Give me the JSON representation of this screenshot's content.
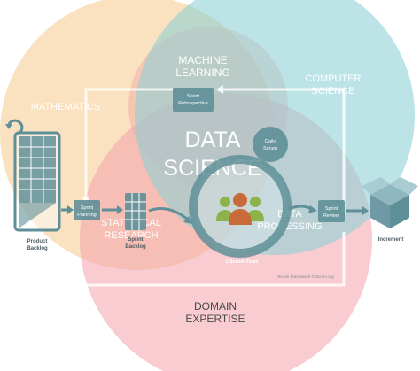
{
  "venn": {
    "mathematics": "MATHEMATICS",
    "machine_learning_1": "MACHINE",
    "machine_learning_2": "LEARNING",
    "computer_science_1": "COMPUTER",
    "computer_science_2": "SCIENCE",
    "center_1": "DATA",
    "center_2": "SCIENCE",
    "statistical_1": "STATISTICAL",
    "statistical_2": "RESEARCH",
    "data_processing_1": "DATA",
    "data_processing_2": "PROCESSING",
    "domain_1": "DOMAIN",
    "domain_2": "EXPERTISE"
  },
  "scrum": {
    "sprint_retro_1": "Sprint",
    "sprint_retro_2": "Retrospective",
    "daily_scrum_1": "Daily",
    "daily_scrum_2": "Scrum",
    "sprint_planning_1": "Sprint",
    "sprint_planning_2": "Planning",
    "sprint_backlog_1": "Sprint",
    "sprint_backlog_2": "Backlog",
    "product_backlog_1": "Product",
    "product_backlog_2": "Backlog",
    "sprint_review_1": "Sprint",
    "sprint_review_2": "Review",
    "increment": "Increment",
    "scrum_team": "1 Scrum Team",
    "credit": "Scrum Framework © Scrum.org"
  },
  "colors": {
    "mathematics_circle": "#f5c98a",
    "ml_circle": "#f2a9a4",
    "cs_circle": "#8fd0d6",
    "domain_circle": "#f2a0a8",
    "scrum_teal": "#5f8f98",
    "people_orange": "#c96a3b",
    "people_green": "#8cb24c"
  }
}
